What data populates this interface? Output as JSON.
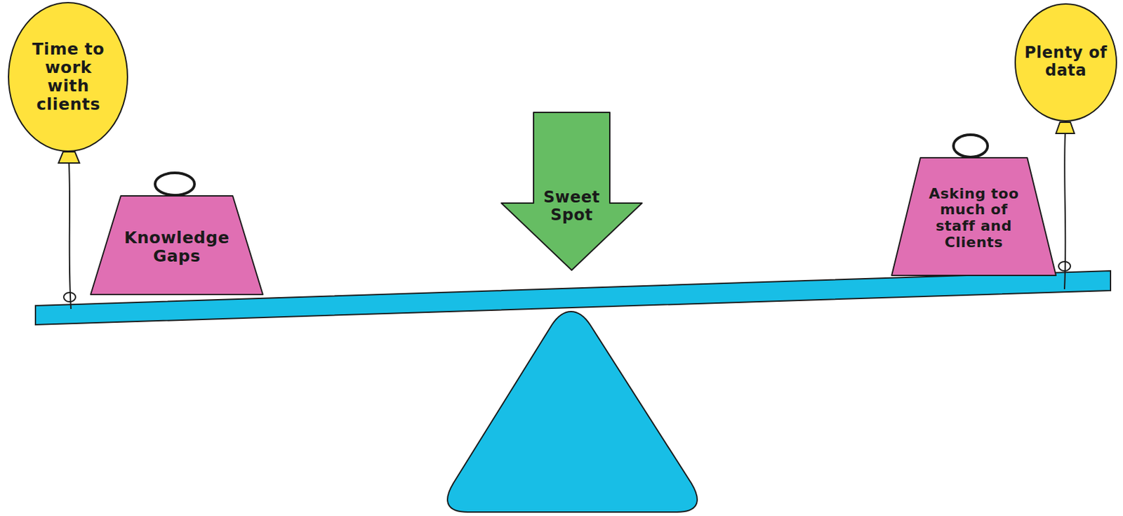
{
  "diagram": {
    "nodes": [
      {
        "text": [
          "Time to work with clients"
        ]
      },
      {
        "text": [
          "Knowledge Gaps"
        ]
      },
      {
        "text": [
          "Sweet Spot"
        ]
      },
      {
        "text": [
          "Asking too much of staff and Clients"
        ]
      },
      {
        "text": [
          "Plenty of data"
        ]
      }
    ]
  }
}
